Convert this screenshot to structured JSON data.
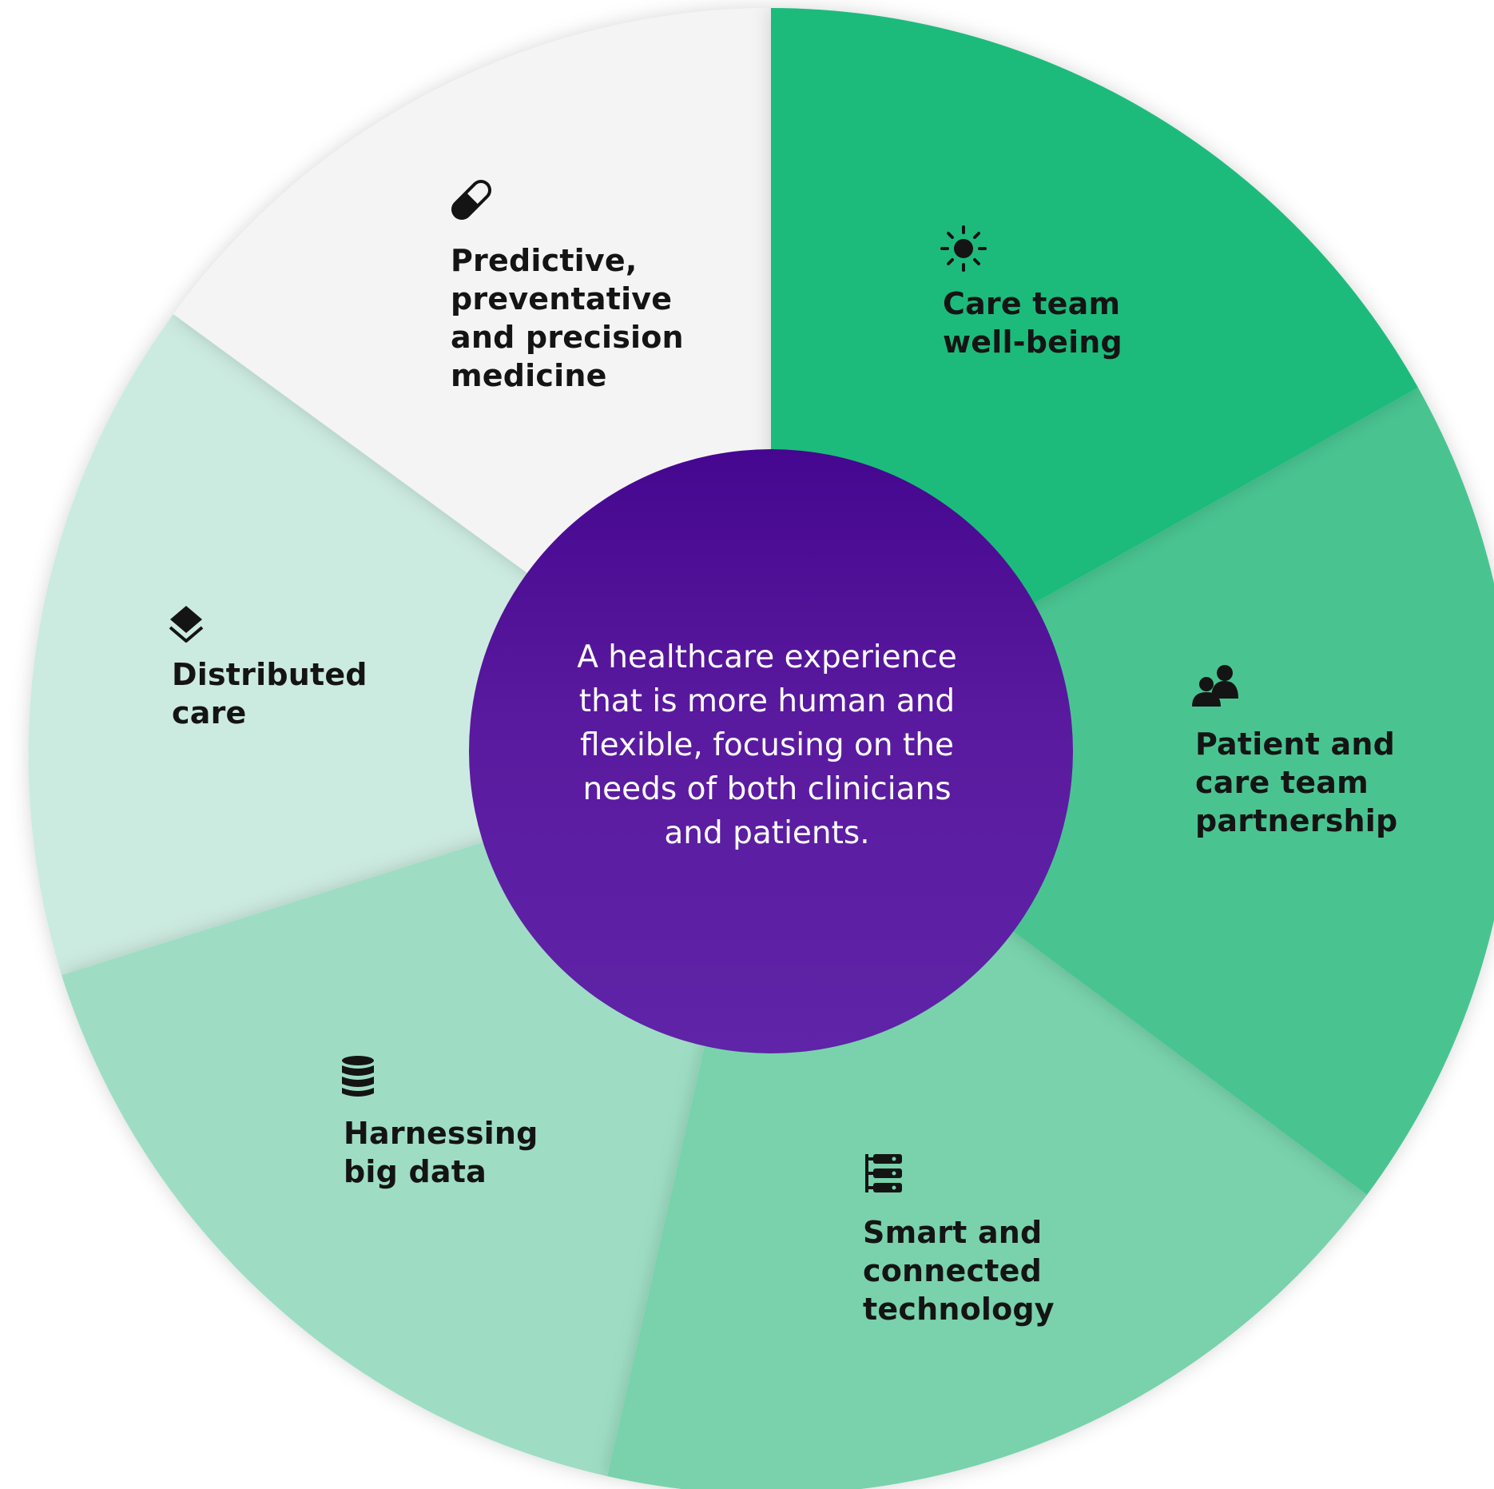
{
  "center": {
    "lines": [
      "A healthcare experience",
      "that is more human and",
      "flexible, focusing on the",
      "needs of both clinicians",
      "and patients."
    ],
    "gradient_top": "#45078f",
    "gradient_bottom": "#5f24a7"
  },
  "segments": [
    {
      "id": "care-team-well-being",
      "icon": "sun-icon",
      "color": "#1dbb7c",
      "lines": [
        "Care team",
        "well-being"
      ]
    },
    {
      "id": "patient-and-care-team-partnership",
      "icon": "users-icon",
      "color": "#49c491",
      "lines": [
        "Patient and",
        "care team",
        "partnership"
      ]
    },
    {
      "id": "smart-and-connected-technology",
      "icon": "server-icon",
      "color": "#79d2ac",
      "lines": [
        "Smart and",
        "connected",
        "technology"
      ]
    },
    {
      "id": "harnessing-big-data",
      "icon": "database-icon",
      "color": "#9eddc4",
      "lines": [
        "Harnessing",
        "big data"
      ]
    },
    {
      "id": "distributed-care",
      "icon": "layers-icon",
      "color": "#ccebe0",
      "lines": [
        "Distributed",
        "care"
      ]
    },
    {
      "id": "predictive-preventative-precision-medicine",
      "icon": "pill-icon",
      "color": "#f4f4f4",
      "lines": [
        "Predictive,",
        "preventative",
        "and precision",
        "medicine"
      ]
    }
  ]
}
